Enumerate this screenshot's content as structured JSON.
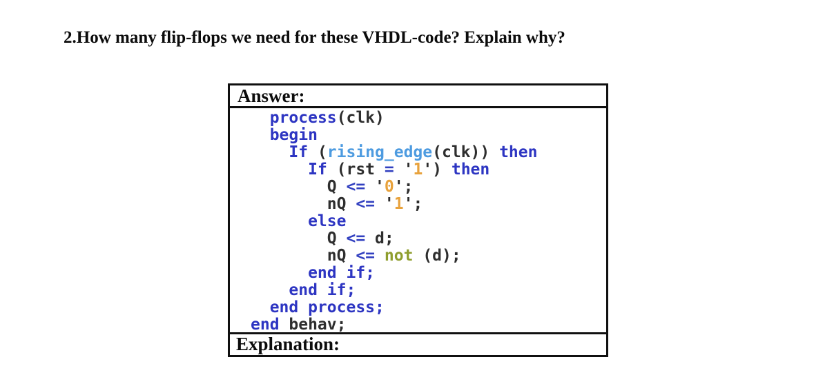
{
  "question": {
    "title": "2.How many flip-flops we need for these VHDL-code? Explain why?"
  },
  "table": {
    "answer_label": "Answer:",
    "explanation_label": "Explanation:"
  },
  "code": {
    "language": "VHDL",
    "colors": {
      "kw": "#2d35c2",
      "fn": "#4d9be0",
      "lit": "#e8a23c",
      "op": "#3240c0",
      "olv": "#8f9e2e",
      "pl": "#2e2e2e"
    },
    "lines": [
      [
        {
          "t": "  ",
          "c": "pl"
        },
        {
          "t": "process",
          "c": "kw"
        },
        {
          "t": "(clk)",
          "c": "pl"
        }
      ],
      [
        {
          "t": "  begin",
          "c": "kw"
        }
      ],
      [
        {
          "t": "    ",
          "c": "pl"
        },
        {
          "t": "If",
          "c": "kw"
        },
        {
          "t": " (",
          "c": "pl"
        },
        {
          "t": "rising_edge",
          "c": "fn"
        },
        {
          "t": "(clk))",
          "c": "pl"
        },
        {
          "t": " then",
          "c": "kw"
        }
      ],
      [
        {
          "t": "      ",
          "c": "pl"
        },
        {
          "t": "If",
          "c": "kw"
        },
        {
          "t": " (rst ",
          "c": "pl"
        },
        {
          "t": "=",
          "c": "op"
        },
        {
          "t": " '",
          "c": "pl"
        },
        {
          "t": "1",
          "c": "lit"
        },
        {
          "t": "') ",
          "c": "pl"
        },
        {
          "t": "then",
          "c": "kw"
        }
      ],
      [
        {
          "t": "        Q ",
          "c": "pl"
        },
        {
          "t": "<=",
          "c": "op"
        },
        {
          "t": " '",
          "c": "pl"
        },
        {
          "t": "0",
          "c": "lit"
        },
        {
          "t": "';",
          "c": "pl"
        }
      ],
      [
        {
          "t": "        nQ ",
          "c": "pl"
        },
        {
          "t": "<=",
          "c": "op"
        },
        {
          "t": " '",
          "c": "pl"
        },
        {
          "t": "1",
          "c": "lit"
        },
        {
          "t": "';",
          "c": "pl"
        }
      ],
      [
        {
          "t": "      else",
          "c": "kw"
        }
      ],
      [
        {
          "t": "        Q ",
          "c": "pl"
        },
        {
          "t": "<=",
          "c": "op"
        },
        {
          "t": " d;",
          "c": "pl"
        }
      ],
      [
        {
          "t": "        nQ ",
          "c": "pl"
        },
        {
          "t": "<=",
          "c": "op"
        },
        {
          "t": " ",
          "c": "pl"
        },
        {
          "t": "not",
          "c": "olv"
        },
        {
          "t": " (d);",
          "c": "pl"
        }
      ],
      [
        {
          "t": "      end if;",
          "c": "kw"
        }
      ],
      [
        {
          "t": "    end if;",
          "c": "kw"
        }
      ],
      [
        {
          "t": "  end process;",
          "c": "kw"
        }
      ],
      [
        {
          "t": "end",
          "c": "kw"
        },
        {
          "t": " behav;",
          "c": "pl"
        }
      ]
    ]
  }
}
